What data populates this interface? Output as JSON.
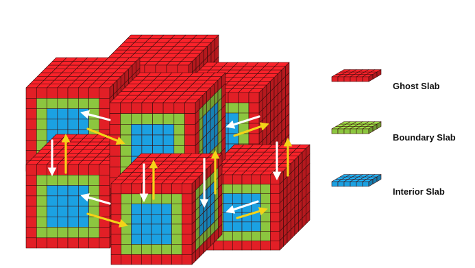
{
  "legend": {
    "items": [
      {
        "label": "Ghost Slab",
        "color": "#e21f26"
      },
      {
        "label": "Boundary Slab",
        "color": "#8cc63f"
      },
      {
        "label": "Interior Slab",
        "color": "#1ba1e2"
      }
    ]
  },
  "colors": {
    "ghost": "#e21f26",
    "boundary": "#8cc63f",
    "interior": "#1ba1e2",
    "grid_line": "#3a0d0d",
    "arrow_white": "#ffffff",
    "arrow_yellow": "#f4d318"
  }
}
